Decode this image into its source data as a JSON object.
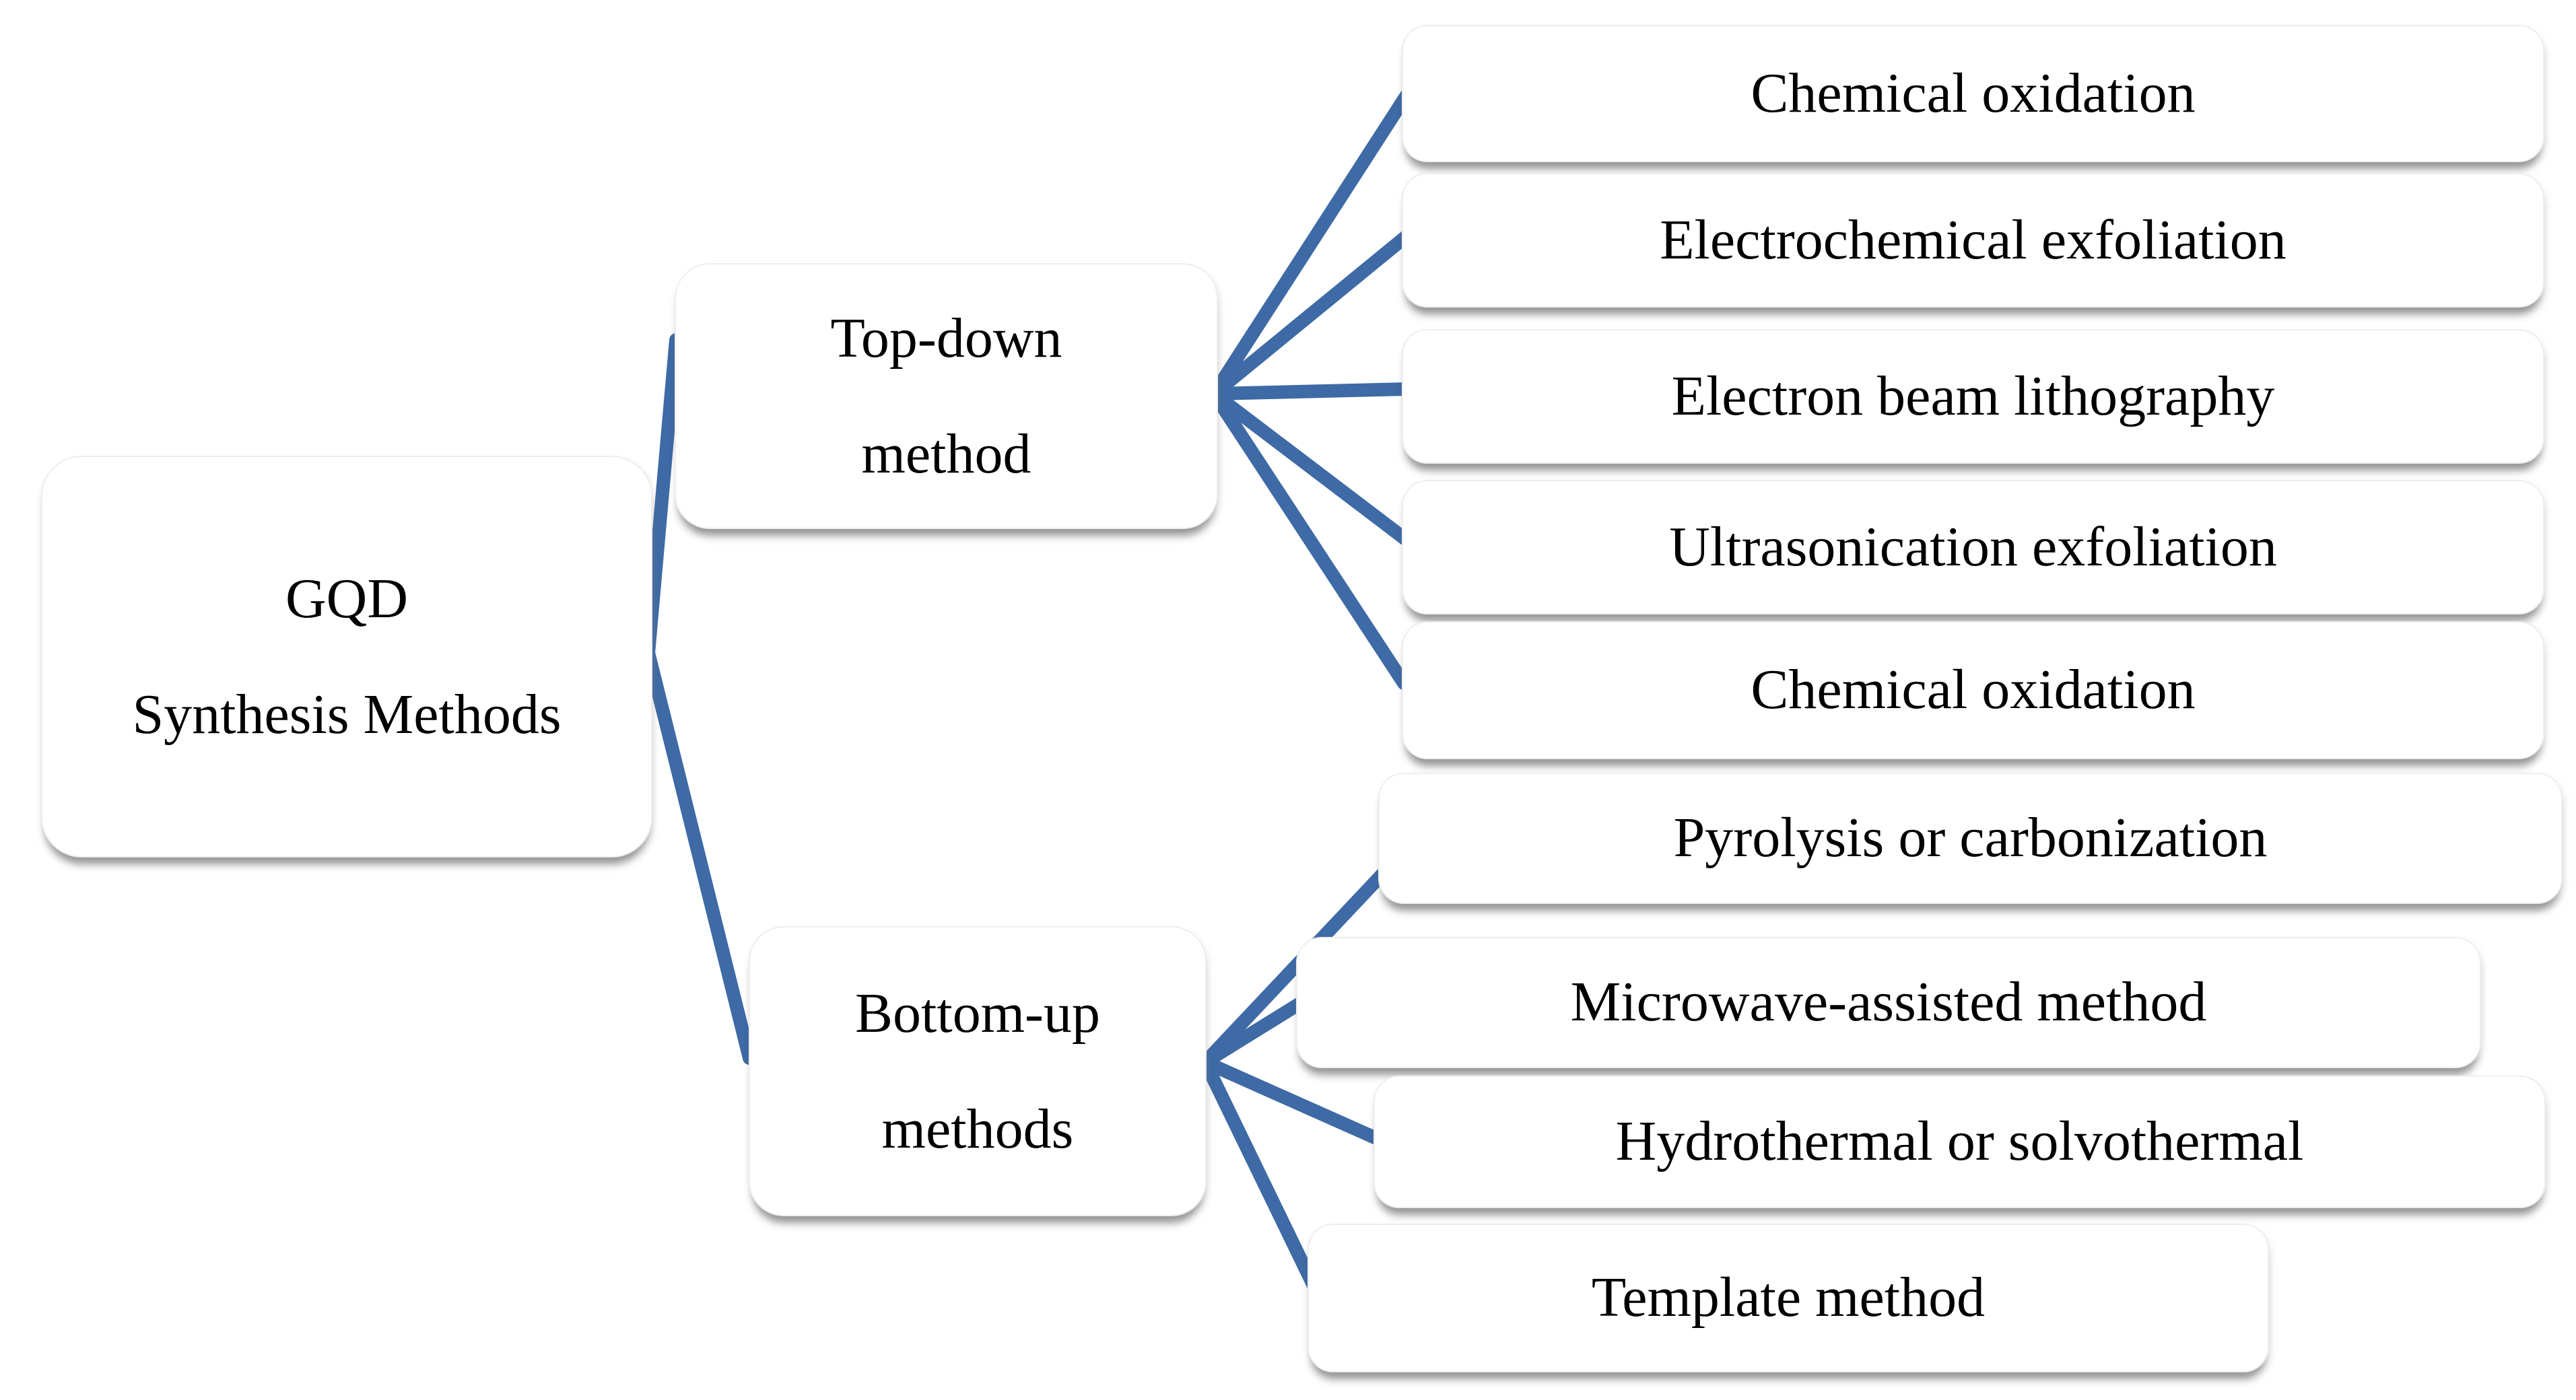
{
  "diagram": {
    "root": {
      "label_lines": [
        "GQD",
        "Synthesis Methods"
      ]
    },
    "branches": [
      {
        "id": "top-down",
        "label_lines": [
          "Top-down",
          "method"
        ],
        "children": [
          "Chemical oxidation",
          "Electrochemical exfoliation",
          "Electron beam lithography",
          "Ultrasonication exfoliation",
          "Chemical oxidation"
        ]
      },
      {
        "id": "bottom-up",
        "label_lines": [
          "Bottom-up",
          "methods"
        ],
        "children": [
          "Pyrolysis or carbonization",
          "Microwave-assisted method",
          "Hydrothermal or solvothermal",
          "Template method"
        ]
      }
    ],
    "colors": {
      "connector_blue": "#3E6AA5",
      "box_fill": "#FFFFFF",
      "text": "#000000",
      "shadow_gray": "#9E9E9E",
      "background": "#FFFFFF"
    }
  }
}
